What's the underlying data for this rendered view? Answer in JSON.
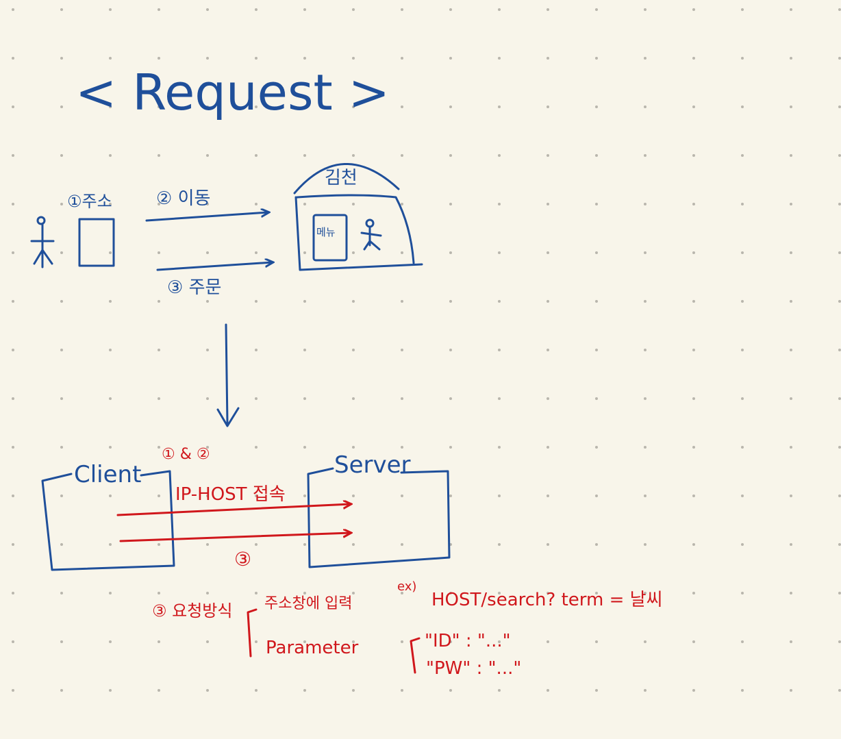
{
  "title": "< Request >",
  "top_diagram": {
    "step1_label": "①주소",
    "step2_label": "② 이동",
    "step3_label": "③ 주문",
    "restaurant_label": "김천",
    "menu_label": "메뉴"
  },
  "bottom_diagram": {
    "client_label": "Client",
    "server_label": "Server",
    "step12_label": "① & ②",
    "connect_label": "IP-HOST 접속",
    "step3_label": "③"
  },
  "notes": {
    "method_label": "③ 요청방식",
    "address_bar_label": "주소창에 입력",
    "parameter_label": "Parameter",
    "example_prefix": "ex)",
    "example_url": "HOST/search? term = 날씨",
    "json_line1": "\"ID\" : \"...\"",
    "json_line2": "\"PW\" : \"...\""
  },
  "colors": {
    "blue": "#1f4f9a",
    "red": "#d0171c",
    "dot": "#b9b6ad",
    "background": "#f8f5ea"
  }
}
